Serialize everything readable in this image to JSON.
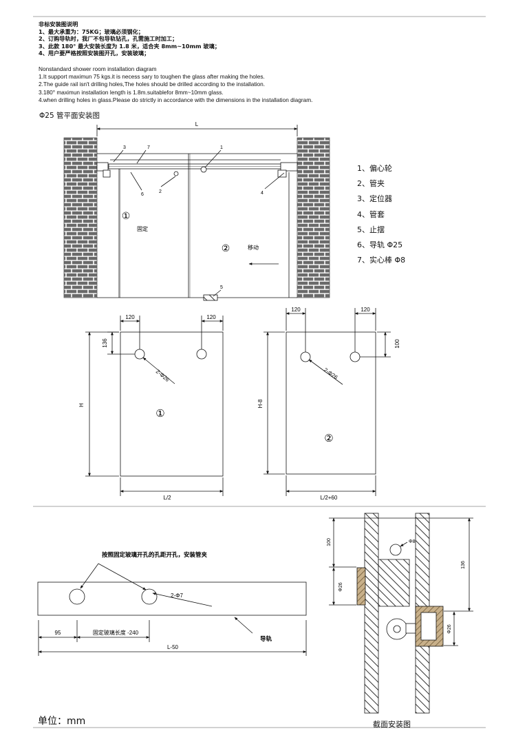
{
  "notes_cn": {
    "title": "非标安装图说明",
    "items": [
      "1、最大承重为：75KG；玻璃必须钢化；",
      "2、订购导轨时，我厂不包导轨钻孔，孔需施工时加工；",
      "3、此款 180° 最大安装长度为 1.8 米，适合夹 8mm~10mm 玻璃；",
      "4、用户要严格按照安装图开孔，安装玻璃；"
    ]
  },
  "notes_en": {
    "title": "Nonstandard shower room installation diagram",
    "items": [
      "1.It support maximun 75 kgs.it is necess sary to toughen the glass after making the holes.",
      "2.The guide rail isn't drilling holes,The holes should be drilled according to the installation.",
      "3.180°   maximun installation length is 1.8m.suitablefor 8mm~10mm glass.",
      "4.when drilling holes in glass.Please do strictly in accordance with the dimensions in the installation diagram."
    ]
  },
  "plan_title": "Φ25 管平面安装图",
  "legend": [
    "1、偏心轮",
    "2、管夹",
    "3、定位器",
    "4、管套",
    "5、止摆",
    "6、导轨 Φ25",
    "7、实心棒 Φ8"
  ],
  "plan": {
    "dim_L": "L",
    "callouts": [
      "3",
      "7",
      "1",
      "6",
      "2",
      "4",
      "5"
    ],
    "panel1_num": "①",
    "panel1_label": "固定",
    "panel2_num": "②",
    "panel2_label": "移动"
  },
  "panel1": {
    "top_dim_left": "120",
    "top_dim_right": "120",
    "side_dim": "136",
    "hole_note": "2-Φ26",
    "height": "H",
    "num": "①",
    "width": "L/2"
  },
  "panel2": {
    "top_dim_left": "120",
    "top_dim_right": "120",
    "side_dim": "100",
    "hole_note": "2-Φ26",
    "height": "H-8",
    "num": "②",
    "width": "L/2+60"
  },
  "rail": {
    "note": "按照固定玻璃开孔的孔距开孔，安装管夹",
    "hole_note": "2-Φ7",
    "rail_label": "导轨",
    "dim_95": "95",
    "dim_glass": "固定玻璃长度 -240",
    "dim_total": "L-50"
  },
  "section": {
    "dim_100": "100",
    "dim_136": "136",
    "d8": "Φ8",
    "d26_left": "Φ26",
    "d26_right": "Φ26"
  },
  "unit": "单位：mm",
  "section_caption": "截面安装图"
}
